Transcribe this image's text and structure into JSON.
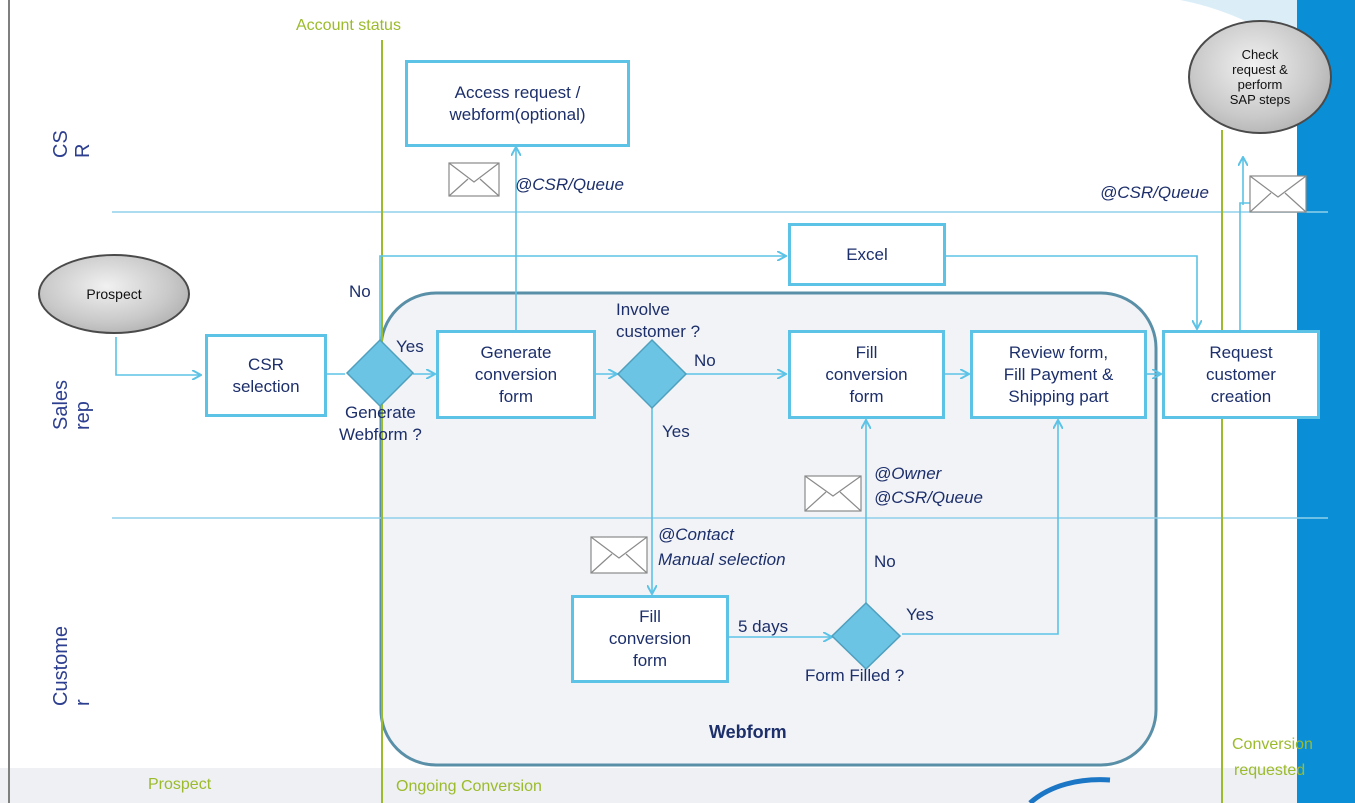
{
  "stage_labels": {
    "account_status": "Account status",
    "prospect": "Prospect",
    "ongoing_conversion": "Ongoing Conversion",
    "conversion_requested_1": "Conversion",
    "conversion_requested_2": "requested"
  },
  "lanes": {
    "csr": [
      "CS",
      "R"
    ],
    "sales_rep": [
      "Sales",
      "rep"
    ],
    "customer": [
      "Custome",
      "r"
    ]
  },
  "nodes": {
    "prospect": "Prospect",
    "csr_selection": [
      "CSR",
      "selection"
    ],
    "generate_webform_question": [
      "Generate",
      "Webform ?"
    ],
    "generate_conversion_form": [
      "Generate",
      "conversion",
      "form"
    ],
    "involve_customer_question": [
      "Involve",
      "customer ?"
    ],
    "fill_conversion_form_sales": [
      "Fill",
      "conversion",
      "form"
    ],
    "review_form": [
      "Review form,",
      "Fill Payment &",
      "Shipping part"
    ],
    "request_customer_creation": [
      "Request",
      "customer",
      "creation"
    ],
    "access_request": [
      "Access request /",
      "webform(optional)"
    ],
    "excel": "Excel",
    "check_request": [
      "Check",
      "request &",
      "perform",
      "SAP steps"
    ],
    "fill_conversion_form_customer": [
      "Fill",
      "conversion",
      "form"
    ],
    "form_filled_question": "Form Filled ?",
    "webform_group": "Webform"
  },
  "edge_labels": {
    "yes_1": "Yes",
    "no_1": "No",
    "no_2": "No",
    "yes_2": "Yes",
    "no_3": "No",
    "yes_3": "Yes",
    "five_days": "5 days"
  },
  "notifications": {
    "csr_queue_1": "@CSR/Queue",
    "csr_queue_2": "@CSR/Queue",
    "owner": "@Owner",
    "owner_csr_queue": "@CSR/Queue",
    "contact": "@Contact",
    "manual_selection": "Manual selection"
  },
  "colors": {
    "box_border": "#5cc3e6",
    "diamond_fill": "#6cc4e4",
    "text": "#1d2f6b",
    "lane_text": "#2c3e8f",
    "stage_text": "#9bbb2c",
    "group_fill": "#f1f3f6",
    "group_border": "#5a8fa8",
    "right_bar": "#0a8fd6"
  }
}
